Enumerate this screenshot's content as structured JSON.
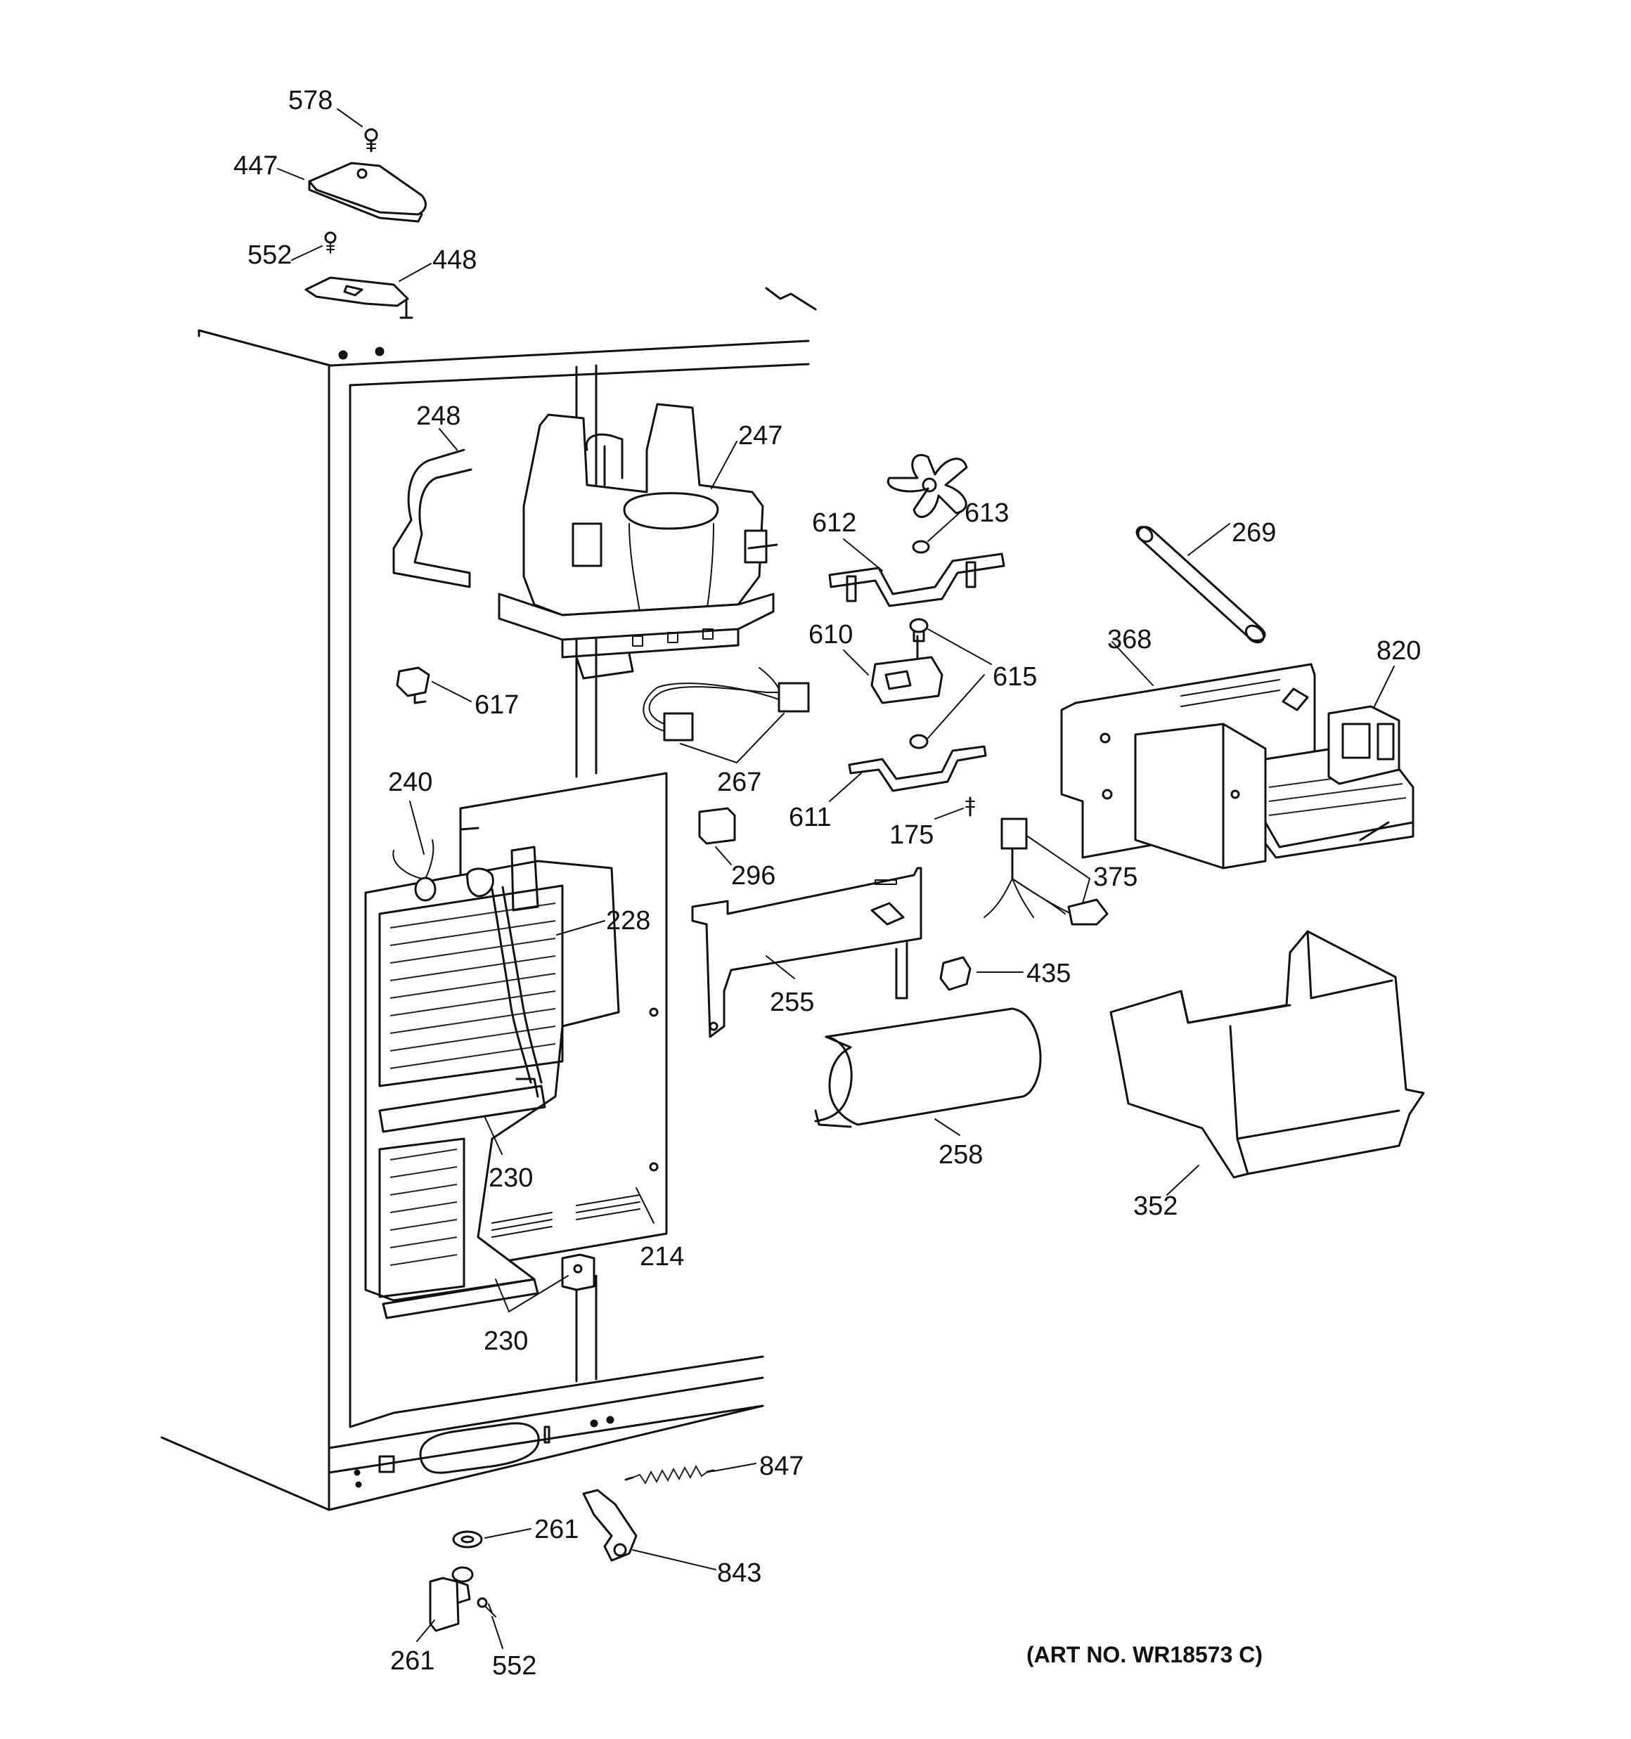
{
  "diagram": {
    "part_labels": [
      "578",
      "447",
      "552",
      "448",
      "248",
      "247",
      "613",
      "612",
      "269",
      "368",
      "820",
      "610",
      "615",
      "617",
      "267",
      "611",
      "175",
      "240",
      "296",
      "228",
      "375",
      "435",
      "255",
      "258",
      "352",
      "230",
      "214",
      "230",
      "847",
      "261",
      "843",
      "261",
      "552"
    ],
    "art_number": "(ART NO. WR18573 C)"
  }
}
